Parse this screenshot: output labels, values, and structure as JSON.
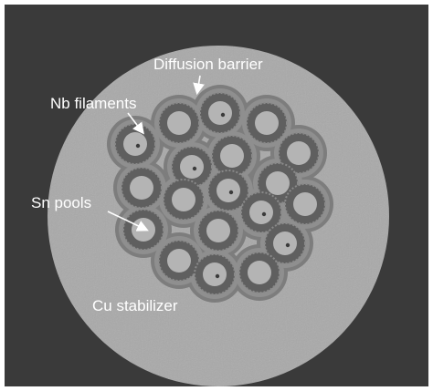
{
  "image": {
    "subject": "cross-section micrograph of a multi-filament superconducting wire",
    "colors": {
      "background": "#3a3a3a",
      "stabilizer": "#a9a9a9",
      "barrier": "#7d7d7d",
      "matrix": "#8f8f8f",
      "filament_ring": "#5f5f5f",
      "pool": "#b4b4b4",
      "label_text": "#ffffff"
    }
  },
  "labels": {
    "diffusion_barrier": "Diffusion barrier",
    "nb_filaments": "Nb filaments",
    "sn_pools": "Sn pools",
    "cu_stabilizer": "Cu stabilizer"
  }
}
